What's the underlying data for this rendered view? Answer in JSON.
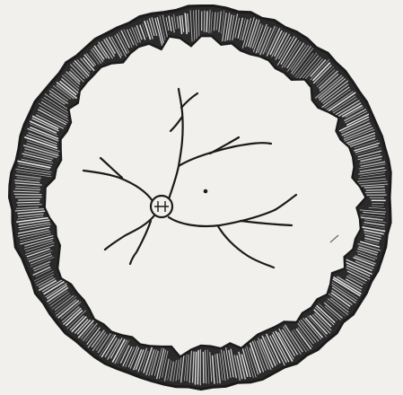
{
  "figure": {
    "subject": "fundus-sketch",
    "colors": {
      "paper": "#f1f0ec",
      "ink": "#1b1b1b",
      "ring_dark": "#2a2a2a",
      "ring_light": "#f4f4f4"
    },
    "parts": {
      "outer_ring": "hatched-peripheral-ring",
      "optic_disc": "optic-disc",
      "macula": "macula-dot",
      "vessels": "retinal-vessels"
    }
  }
}
